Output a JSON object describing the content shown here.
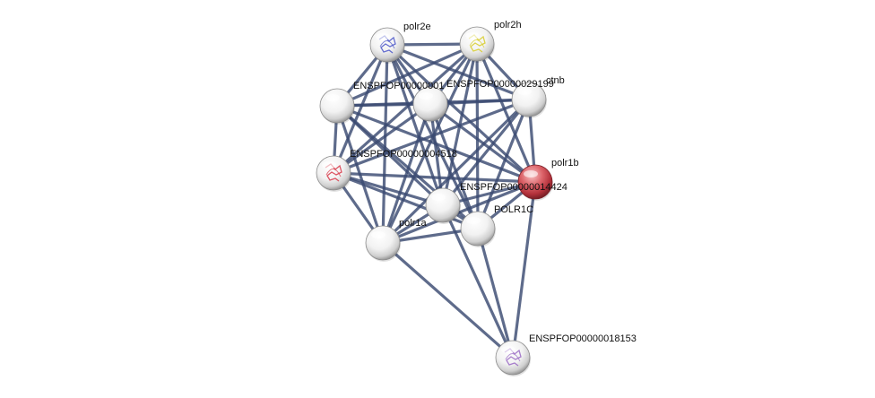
{
  "network": {
    "nodes": [
      {
        "id": "polr2e",
        "label": "polr2e",
        "color": "white",
        "structure": "blue"
      },
      {
        "id": "polr2h",
        "label": "polr2h",
        "color": "white",
        "structure": "yellow"
      },
      {
        "id": "enspfop_001",
        "label": "ENSPFOP00000001",
        "color": "white",
        "structure": "none"
      },
      {
        "id": "enspfop_029199",
        "label": "ENSPFOP00000029199",
        "color": "white",
        "structure": "none"
      },
      {
        "id": "ctnnb",
        "label": "ctnb",
        "color": "white",
        "structure": "none"
      },
      {
        "id": "enspfop_004518",
        "label": "ENSPFOP00000004518",
        "color": "white",
        "structure": "red"
      },
      {
        "id": "polr1b",
        "label": "polr1b",
        "color": "red",
        "structure": "none"
      },
      {
        "id": "enspfop_014424",
        "label": "ENSPFOP00000014424",
        "color": "white",
        "structure": "none"
      },
      {
        "id": "polr1c",
        "label": "POLR1C",
        "color": "white",
        "structure": "none"
      },
      {
        "id": "polr1a",
        "label": "polr1a",
        "color": "white",
        "structure": "none"
      },
      {
        "id": "enspfop_018153",
        "label": "ENSPFOP00000018153",
        "color": "white",
        "structure": "purple"
      }
    ],
    "edges": [
      [
        "polr2e",
        "polr2h"
      ],
      [
        "polr2e",
        "enspfop_001"
      ],
      [
        "polr2e",
        "enspfop_029199"
      ],
      [
        "polr2e",
        "ctnnb"
      ],
      [
        "polr2e",
        "enspfop_004518"
      ],
      [
        "polr2e",
        "polr1b"
      ],
      [
        "polr2e",
        "enspfop_014424"
      ],
      [
        "polr2e",
        "polr1c"
      ],
      [
        "polr2e",
        "polr1a"
      ],
      [
        "polr2h",
        "enspfop_001"
      ],
      [
        "polr2h",
        "enspfop_029199"
      ],
      [
        "polr2h",
        "ctnnb"
      ],
      [
        "polr2h",
        "enspfop_004518"
      ],
      [
        "polr2h",
        "polr1b"
      ],
      [
        "polr2h",
        "enspfop_014424"
      ],
      [
        "polr2h",
        "polr1c"
      ],
      [
        "polr2h",
        "polr1a"
      ],
      [
        "enspfop_001",
        "enspfop_029199"
      ],
      [
        "enspfop_001",
        "ctnnb"
      ],
      [
        "enspfop_001",
        "enspfop_004518"
      ],
      [
        "enspfop_001",
        "polr1b"
      ],
      [
        "enspfop_001",
        "enspfop_014424"
      ],
      [
        "enspfop_001",
        "polr1c"
      ],
      [
        "enspfop_001",
        "polr1a"
      ],
      [
        "enspfop_029199",
        "ctnnb"
      ],
      [
        "enspfop_029199",
        "enspfop_004518"
      ],
      [
        "enspfop_029199",
        "polr1b"
      ],
      [
        "enspfop_029199",
        "enspfop_014424"
      ],
      [
        "enspfop_029199",
        "polr1c"
      ],
      [
        "enspfop_029199",
        "polr1a"
      ],
      [
        "ctnnb",
        "enspfop_004518"
      ],
      [
        "ctnnb",
        "polr1b"
      ],
      [
        "ctnnb",
        "enspfop_014424"
      ],
      [
        "ctnnb",
        "polr1c"
      ],
      [
        "ctnnb",
        "polr1a"
      ],
      [
        "enspfop_004518",
        "polr1b"
      ],
      [
        "enspfop_004518",
        "enspfop_014424"
      ],
      [
        "enspfop_004518",
        "polr1c"
      ],
      [
        "enspfop_004518",
        "polr1a"
      ],
      [
        "polr1b",
        "enspfop_014424"
      ],
      [
        "polr1b",
        "polr1c"
      ],
      [
        "polr1b",
        "polr1a"
      ],
      [
        "polr1b",
        "enspfop_018153"
      ],
      [
        "enspfop_014424",
        "polr1c"
      ],
      [
        "enspfop_014424",
        "polr1a"
      ],
      [
        "enspfop_014424",
        "enspfop_018153"
      ],
      [
        "polr1c",
        "polr1a"
      ],
      [
        "polr1c",
        "enspfop_018153"
      ],
      [
        "polr1a",
        "enspfop_018153"
      ]
    ]
  }
}
